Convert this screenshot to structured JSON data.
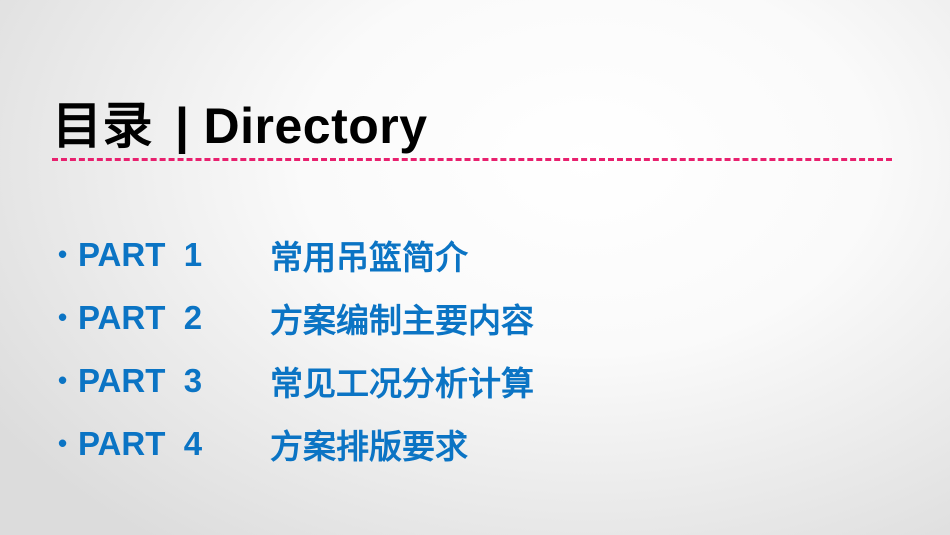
{
  "title": {
    "main": "目录",
    "separator": "|",
    "sub": "Directory"
  },
  "items": [
    {
      "part": "PART  1",
      "label": "常用吊篮简介"
    },
    {
      "part": "PART  2",
      "label": "方案编制主要内容"
    },
    {
      "part": "PART  3",
      "label": "常见工况分析计算"
    },
    {
      "part": "PART  4",
      "label": "方案排版要求"
    }
  ],
  "colors": {
    "accent": "#0b74c4",
    "divider": "#e8206e"
  }
}
